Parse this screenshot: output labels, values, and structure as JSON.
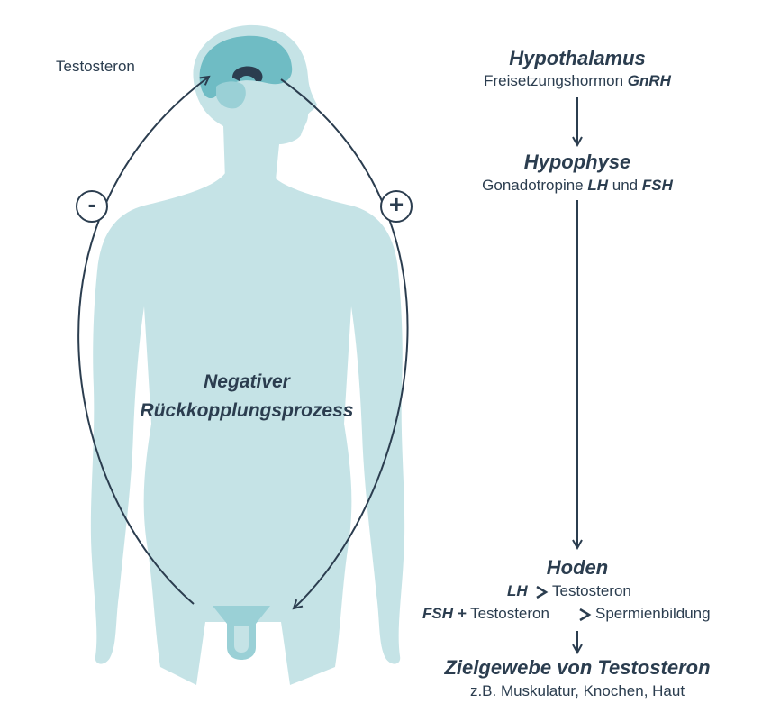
{
  "labels": {
    "testosteron_top": "Testosteron",
    "process_line1": "Negativer",
    "process_line2": "Rückkopplungsprozess",
    "minus": "-",
    "plus": "+"
  },
  "steps": {
    "hypothalamus": {
      "title": "Hypothalamus",
      "sub_prefix": "Freisetzungshormon ",
      "sub_bold": "GnRH"
    },
    "hypophyse": {
      "title": "Hypophyse",
      "sub_prefix": "Gonadotropine ",
      "lh": "LH",
      "und": " und ",
      "fsh": "FSH"
    },
    "hoden": {
      "title": "Hoden",
      "line1_bold": "LH",
      "line1_rest": "Testosteron",
      "line2_bold": "FSH +",
      "line2_mid": " Testosteron ",
      "line2_rest": "Spermienbildung"
    },
    "zielgewebe": {
      "title": "Zielgewebe von Testosteron",
      "sub": "z.B. Muskulatur, Knochen, Haut"
    }
  },
  "colors": {
    "body": "#c5e3e6",
    "brain": "#6fbcc4",
    "gland": "#2b3d4f",
    "lines": "#2b3d4f",
    "text": "#2b3d4f"
  }
}
